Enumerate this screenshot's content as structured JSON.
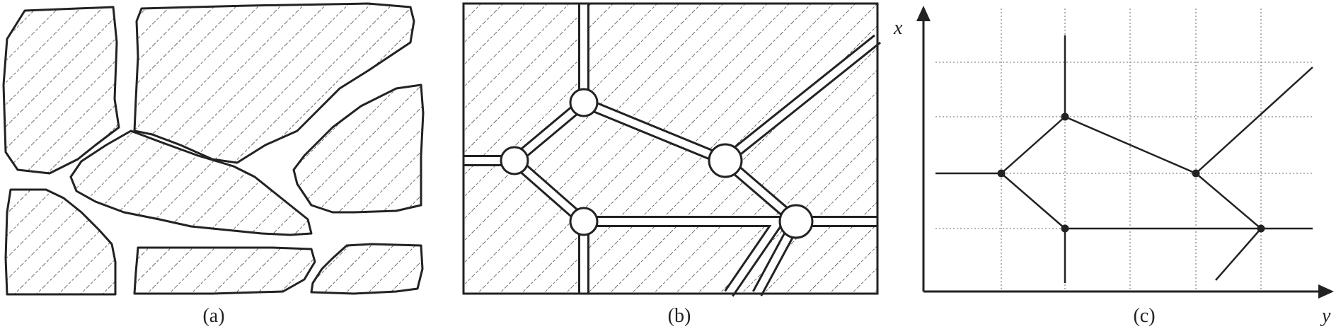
{
  "panels": {
    "a": {
      "caption": "(a)"
    },
    "b": {
      "caption": "(b)"
    },
    "c": {
      "caption": "(c)",
      "x_axis_label": "x",
      "y_axis_label": "y"
    }
  },
  "colors": {
    "ink": "#222222",
    "hatch": "#333333",
    "grid": "#888888",
    "background": "#ffffff"
  }
}
